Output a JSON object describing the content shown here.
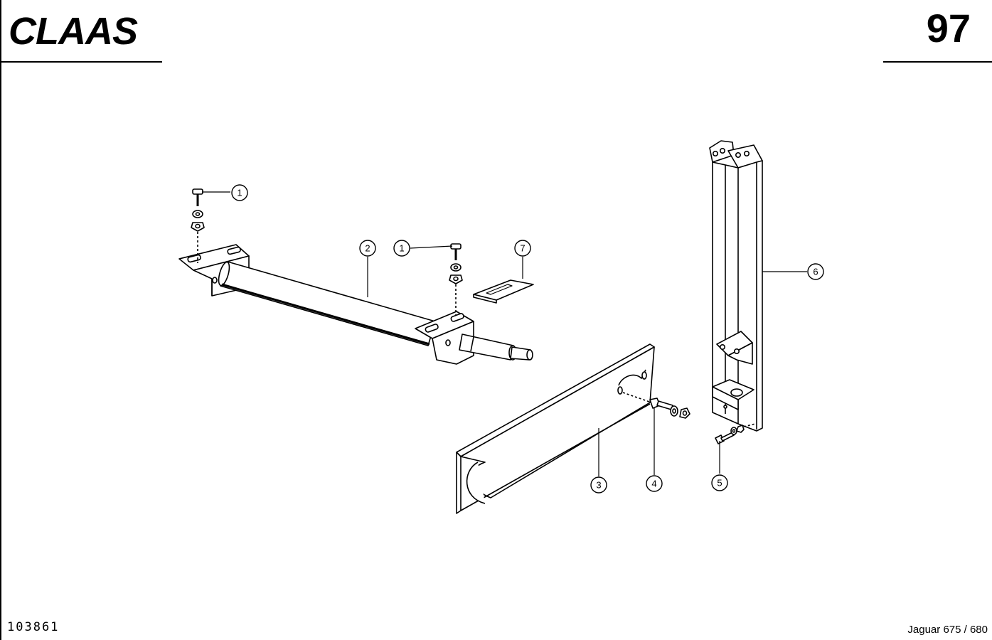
{
  "header": {
    "brand": "CLAAS",
    "page_number": "97"
  },
  "footer": {
    "doc_number": "103861",
    "model": "Jaguar 675 / 680"
  },
  "callouts": [
    {
      "id": "c1a",
      "label": "1"
    },
    {
      "id": "c1b",
      "label": "1"
    },
    {
      "id": "c2",
      "label": "2"
    },
    {
      "id": "c3",
      "label": "3"
    },
    {
      "id": "c4",
      "label": "4"
    },
    {
      "id": "c5",
      "label": "5"
    },
    {
      "id": "c6",
      "label": "6"
    },
    {
      "id": "c7",
      "label": "7"
    }
  ]
}
